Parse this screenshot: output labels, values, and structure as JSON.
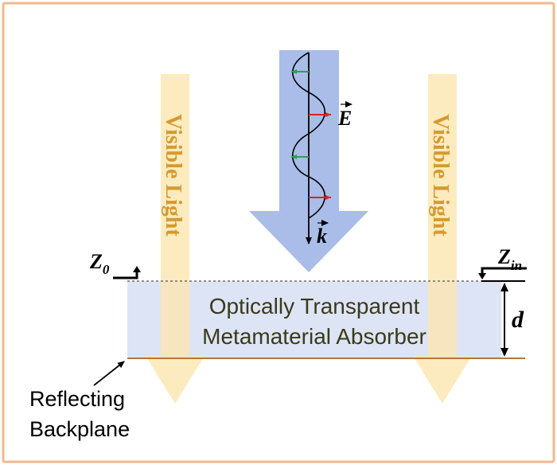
{
  "colors": {
    "frame_border": "#f2b98e",
    "visible_light_arrow": "#fde9b8",
    "visible_light_text": "#d69a2d",
    "incident_arrow": "#a9bde8",
    "absorber_fill": "#dde4f6",
    "absorber_text": "#3a3a1a",
    "backplane_line": "#b07a3a",
    "field_arrow_positive": "#e02020",
    "field_arrow_negative": "#2aa050",
    "ink": "#000000"
  },
  "diagram": {
    "left_beam_label": "Visible Light",
    "right_beam_label": "Visible Light",
    "absorber_line1": "Optically Transparent",
    "absorber_line2": "Metamaterial Absorber",
    "thickness_label": "d",
    "backplane_line1": "Reflecting",
    "backplane_line2": "Backplane",
    "z0_main": "Z",
    "z0_sub": "0",
    "zin_main": "Z",
    "zin_sub": "in",
    "e_field_label": "E",
    "k_vector_label": "k"
  }
}
